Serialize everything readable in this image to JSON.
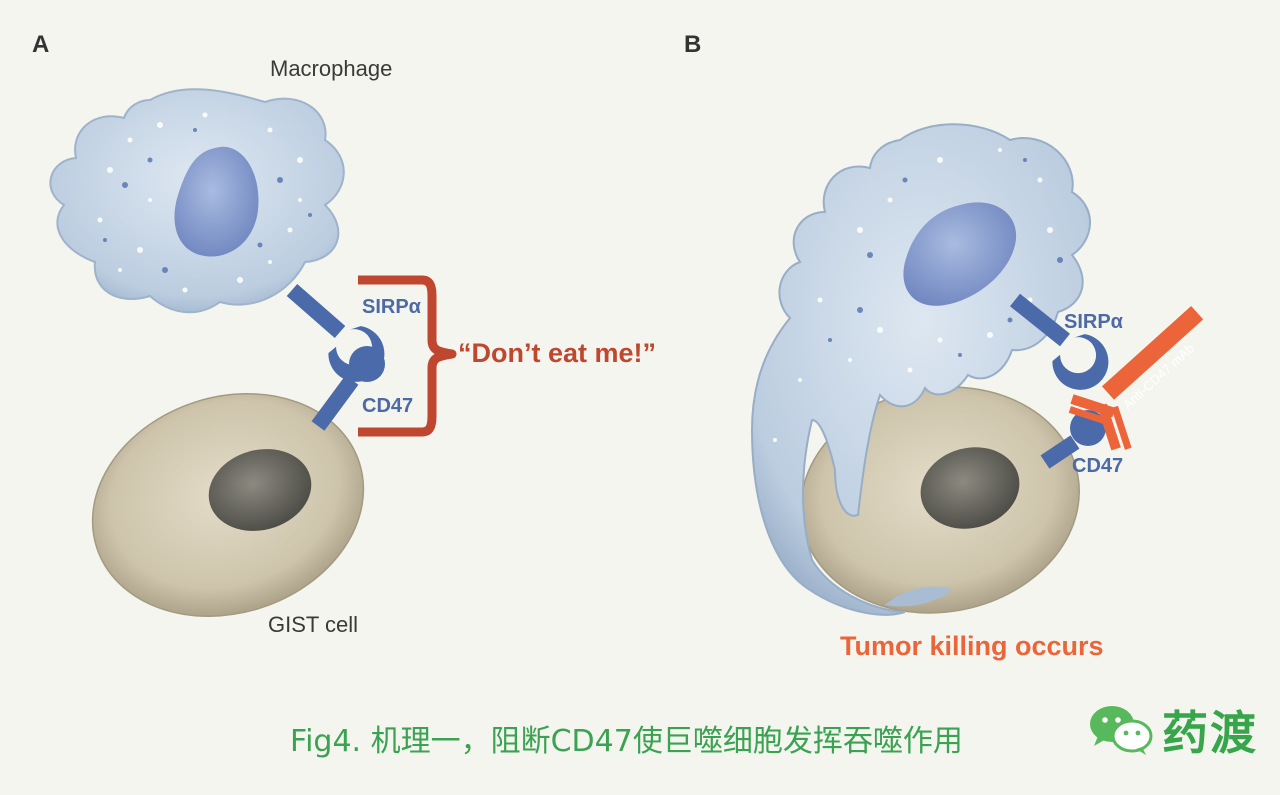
{
  "panels": {
    "a": {
      "letter": "A",
      "macrophage": "Macrophage",
      "receptor": "SIRPα",
      "ligand": "CD47",
      "message": "“Don’t eat me!”",
      "tumor_cell": "GIST cell"
    },
    "b": {
      "letter": "B",
      "receptor": "SIRPα",
      "ligand": "CD47",
      "antibody": "Anti-CD47 mAb",
      "outcome": "Tumor killing occurs"
    }
  },
  "caption": "Fig4. 机理一，阻断CD47使巨噬细胞发挥吞噬作用",
  "brand": {
    "name": "药渡",
    "icon": "wechat-icon"
  },
  "colors": {
    "receptor_blue": "#4a6aaa",
    "label_blue": "#4d6aa6",
    "bracket_red": "#c0472f",
    "antibody_orange": "#ec6439",
    "caption_green": "#3aa251",
    "cell_body": "#c8bfa6",
    "macrophage_body": "#c4d3e3"
  }
}
